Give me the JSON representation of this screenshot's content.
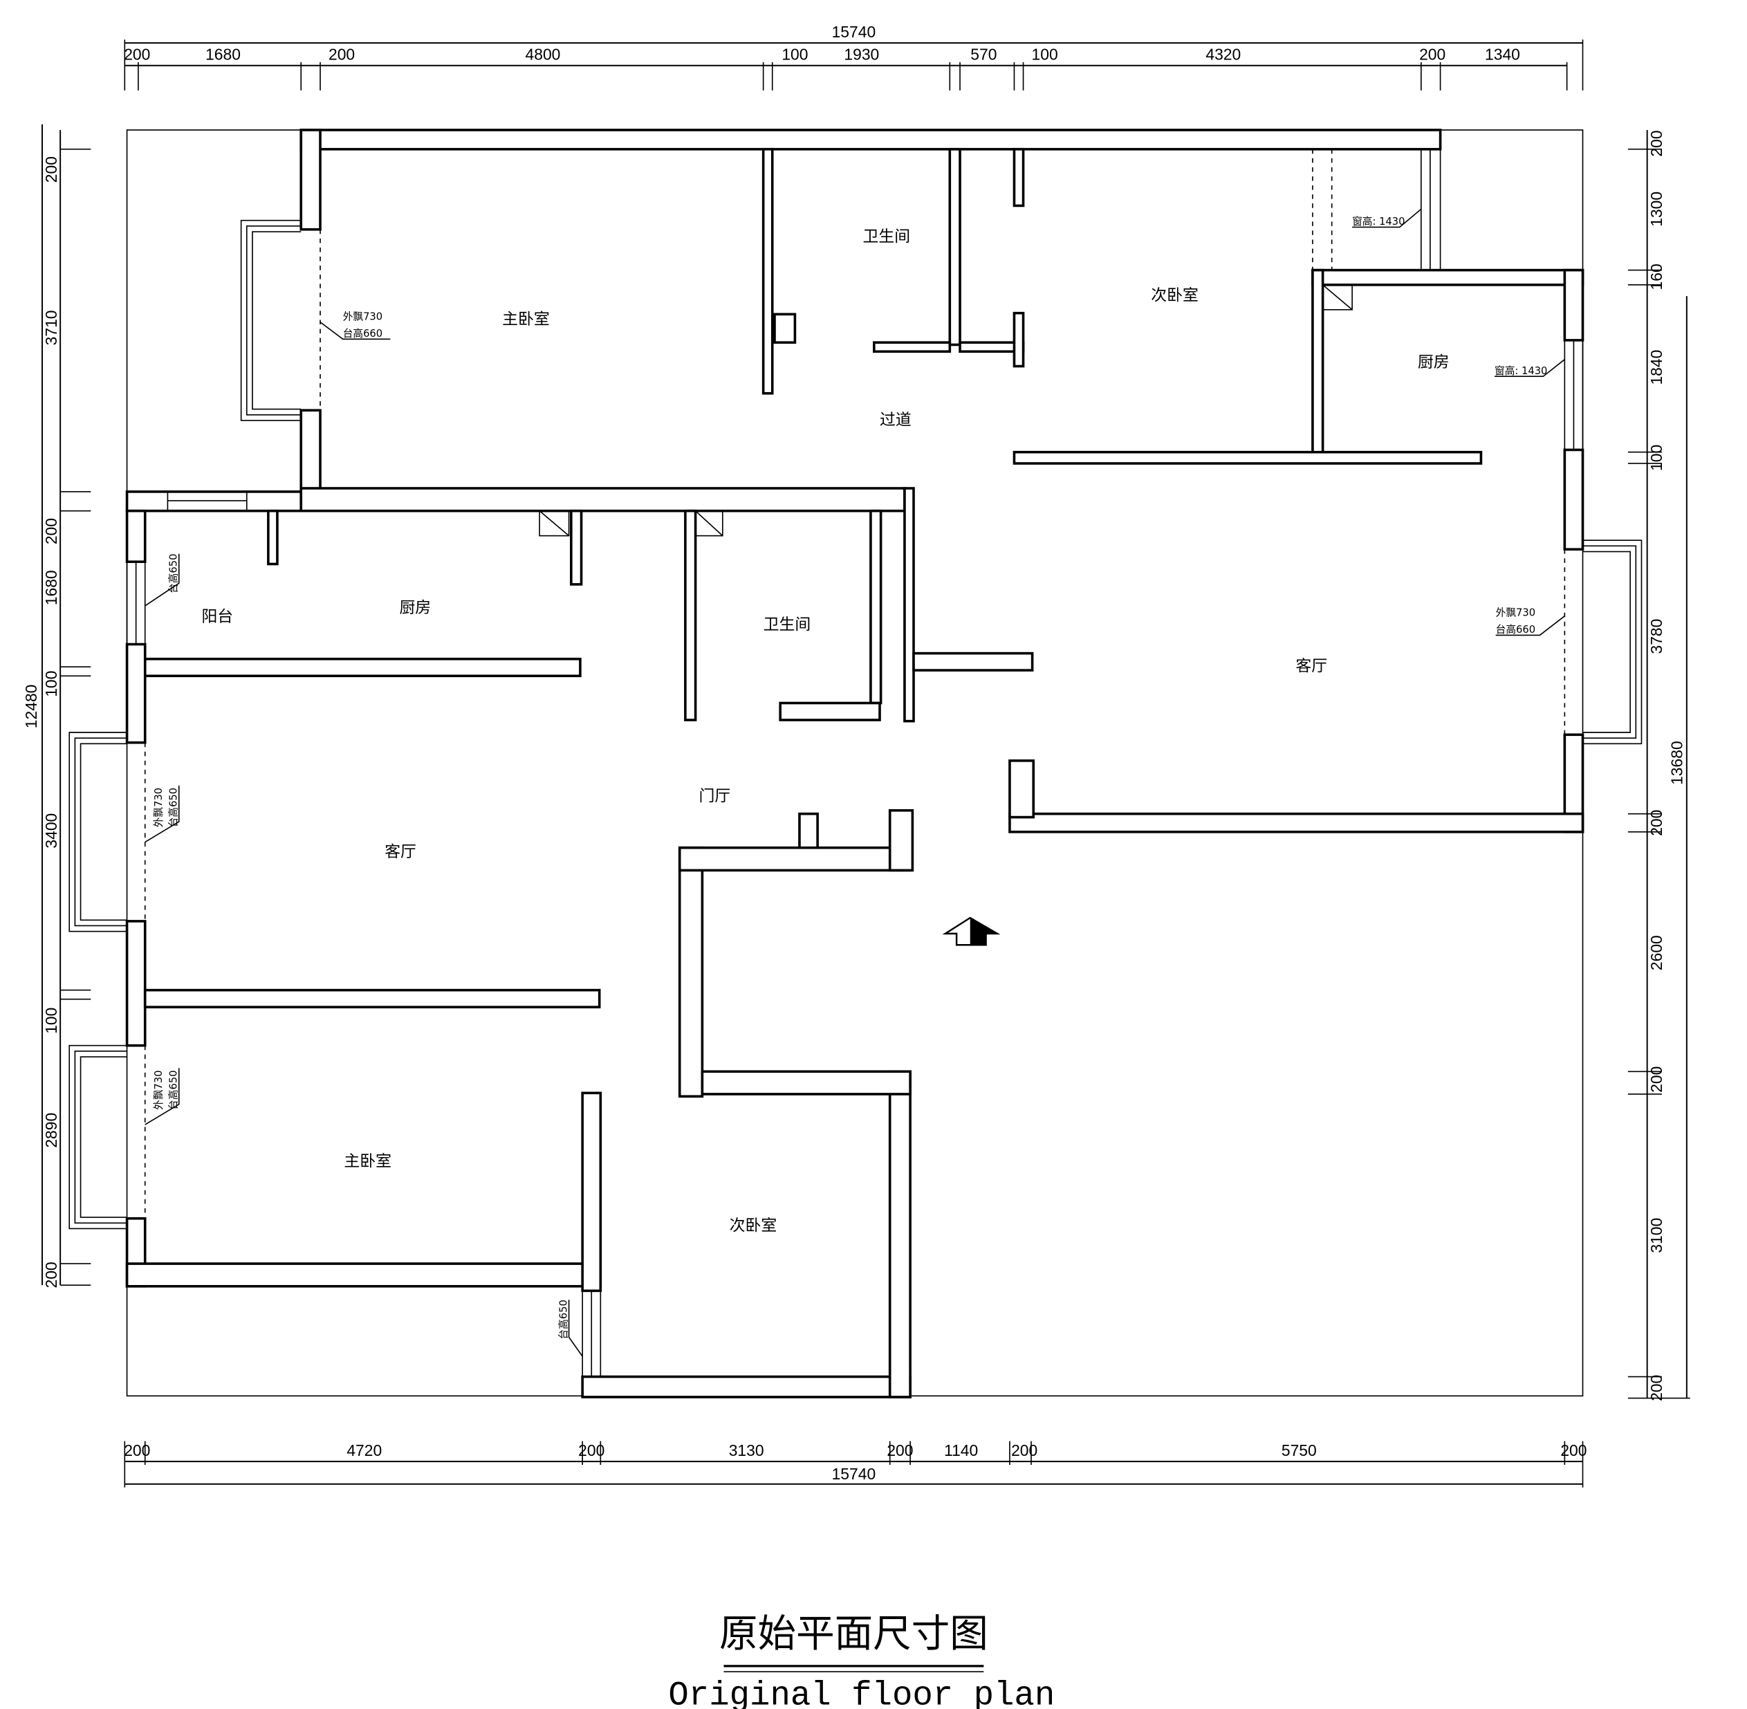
{
  "title": "原始平面尺寸图",
  "subtitle": "Original floor plan",
  "dimensions": {
    "top_total": "15740",
    "top": [
      "200",
      "1680",
      "200",
      "4800",
      "100",
      "1930",
      "570",
      "100",
      "4320",
      "200",
      "1340"
    ],
    "bottom": [
      "200",
      "4720",
      "200",
      "3130",
      "200",
      "1140",
      "200",
      "5750",
      "200"
    ],
    "bottom_total": "15740",
    "left": [
      "200",
      "3710",
      "200",
      "1680",
      "100",
      "3400",
      "100",
      "2890",
      "200"
    ],
    "left_total": "12480",
    "right": [
      "200",
      "1300",
      "160",
      "1840",
      "100",
      "3780",
      "200",
      "2600",
      "200",
      "3100",
      "200"
    ],
    "right_total": "13680"
  },
  "rooms": {
    "master_bedroom_top": "主卧室",
    "bathroom_top": "卫生间",
    "second_bedroom_top": "次卧室",
    "kitchen_right": "厨房",
    "corridor": "过道",
    "balcony": "阳台",
    "kitchen_left": "厨房",
    "bathroom_mid": "卫生间",
    "living_right": "客厅",
    "foyer": "门厅",
    "living_left": "客厅",
    "master_bedroom_bottom": "主卧室",
    "second_bedroom_bottom": "次卧室"
  },
  "notes": {
    "bay1_a": "外飘730",
    "bay1_b": "台高660",
    "win1": "窗高: 1430",
    "win2": "窗高: 1430",
    "bay2_a": "外飘730",
    "bay2_b": "台高660",
    "sill1": "台高650",
    "bay3_a": "外飘730",
    "bay3_b": "台高650",
    "bay4_a": "外飘730",
    "bay4_b": "台高650",
    "sill2": "台高650"
  }
}
